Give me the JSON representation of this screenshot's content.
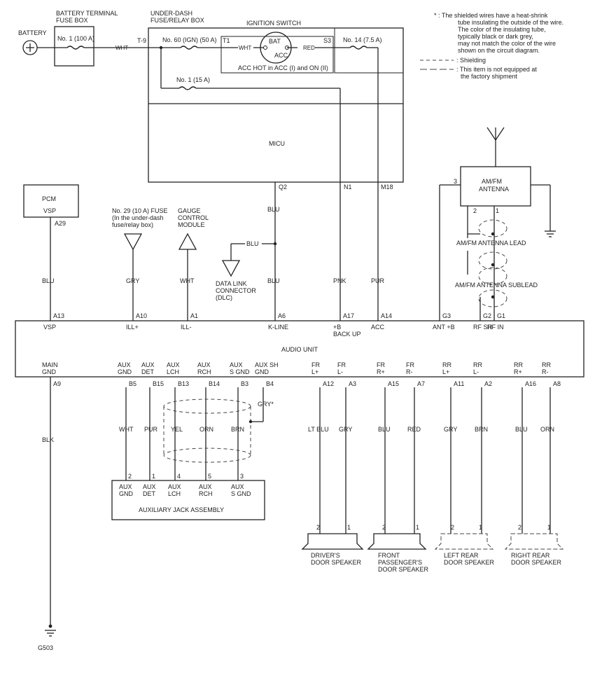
{
  "battery": {
    "label": "BATTERY"
  },
  "battery_fuse_box": {
    "title1": "BATTERY TERMINAL",
    "title2": "FUSE BOX",
    "fuse": "No. 1 (100 A)"
  },
  "underdash": {
    "title1": "UNDER-DASH",
    "title2": "FUSE/RELAY BOX",
    "fuse60": "No. 60 (IGN) (50 A)",
    "fuse14": "No. 14 (7.5 A)",
    "fuse1": "No. 1 (15 A)",
    "acc_note": "ACC HOT in ACC (I) and ON (II)",
    "t9": "T-9",
    "t1": "T1",
    "s3": "S3"
  },
  "ignition": {
    "title": "IGNITION SWITCH",
    "bat": "BAT",
    "acc": "ACC"
  },
  "micu": {
    "label": "MICU",
    "q2": "Q2",
    "n1": "N1",
    "m18": "M18"
  },
  "wires": {
    "wht": "WHT",
    "red": "RED",
    "blu": "BLU",
    "gry": "GRY",
    "pnk": "PNK",
    "pur": "PUR",
    "blk": "BLK",
    "yel": "YEL",
    "orn": "ORN",
    "brn": "BRN",
    "ltblu": "LT BLU",
    "gry_star": "GRY*"
  },
  "notes": {
    "star": "* : The shielded wires have a heat-shrink",
    "star2": "tube insulating the outside of the wire.",
    "star3": "The color of the insulating tube,",
    "star4": "typically black or dark grey,",
    "star5": "may not match the color of the wire",
    "star6": "shown on the circuit diagram.",
    "shielding": ": Shielding",
    "not_equipped1": ": This item is not equipped at",
    "not_equipped2": "the factory shipment"
  },
  "pcm": {
    "label": "PCM",
    "vsp": "VSP",
    "a29": "A29"
  },
  "fuse29": {
    "l1": "No. 29 (10 A) FUSE",
    "l2": "(In the under-dash",
    "l3": "fuse/relay box)"
  },
  "gauge": {
    "l1": "GAUGE",
    "l2": "CONTROL",
    "l3": "MODULE"
  },
  "dlc": {
    "l1": "DATA LINK",
    "l2": "CONNECTOR",
    "l3": "(DLC)"
  },
  "antenna": {
    "l1": "AM/FM",
    "l2": "ANTENNA",
    "pin3": "3",
    "pin2": "2",
    "pin1": "1",
    "lead": "AM/FM ANTENNA LEAD",
    "sublead": "AM/FM ANTENNA SUBLEAD"
  },
  "audio": {
    "label": "AUDIO UNIT",
    "top_pins": [
      {
        "pin": "A13",
        "name": "VSP",
        "name2": ""
      },
      {
        "pin": "A10",
        "name": "ILL+",
        "name2": ""
      },
      {
        "pin": "A1",
        "name": "ILL-",
        "name2": ""
      },
      {
        "pin": "A6",
        "name": "K-LINE",
        "name2": ""
      },
      {
        "pin": "A17",
        "name": "+B",
        "name2": "BACK UP"
      },
      {
        "pin": "A14",
        "name": "ACC",
        "name2": ""
      },
      {
        "pin": "G3",
        "name": "ANT +B",
        "name2": ""
      },
      {
        "pin": "G2",
        "name": "RF SH",
        "name2": ""
      },
      {
        "pin": "G1",
        "name": "RF IN",
        "name2": ""
      }
    ],
    "bottom_pins": [
      {
        "n1": "MAIN",
        "n2": "GND",
        "pin": "A9"
      },
      {
        "n1": "AUX",
        "n2": "GND",
        "pin": "B5"
      },
      {
        "n1": "AUX",
        "n2": "DET",
        "pin": "B15"
      },
      {
        "n1": "AUX",
        "n2": "LCH",
        "pin": "B13"
      },
      {
        "n1": "AUX",
        "n2": "RCH",
        "pin": "B14"
      },
      {
        "n1": "AUX",
        "n2": "S GND",
        "pin": "B3"
      },
      {
        "n1": "AUX SH",
        "n2": "GND",
        "pin": "B4"
      },
      {
        "n1": "FR",
        "n2": "L+",
        "pin": "A12"
      },
      {
        "n1": "FR",
        "n2": "L-",
        "pin": "A3"
      },
      {
        "n1": "FR",
        "n2": "R+",
        "pin": "A15"
      },
      {
        "n1": "FR",
        "n2": "R-",
        "pin": "A7"
      },
      {
        "n1": "RR",
        "n2": "L+",
        "pin": "A11"
      },
      {
        "n1": "RR",
        "n2": "L-",
        "pin": "A2"
      },
      {
        "n1": "RR",
        "n2": "R+",
        "pin": "A16"
      },
      {
        "n1": "RR",
        "n2": "R-",
        "pin": "A8"
      }
    ]
  },
  "aux_jack": {
    "label": "AUXILIARY JACK ASSEMBLY",
    "pins": [
      {
        "n": "2",
        "l1": "AUX",
        "l2": "GND"
      },
      {
        "n": "1",
        "l1": "AUX",
        "l2": "DET"
      },
      {
        "n": "4",
        "l1": "AUX",
        "l2": "LCH"
      },
      {
        "n": "5",
        "l1": "AUX",
        "l2": "RCH"
      },
      {
        "n": "3",
        "l1": "AUX",
        "l2": "S GND"
      }
    ]
  },
  "speakers": [
    {
      "l1": "DRIVER'S",
      "l2": "DOOR SPEAKER",
      "l3": ""
    },
    {
      "l1": "FRONT",
      "l2": "PASSENGER'S",
      "l3": "DOOR SPEAKER"
    },
    {
      "l1": "LEFT REAR",
      "l2": "DOOR SPEAKER",
      "l3": ""
    },
    {
      "l1": "RIGHT REAR",
      "l2": "DOOR SPEAKER",
      "l3": ""
    }
  ],
  "spk_pins": {
    "p2": "2",
    "p1": "1"
  },
  "ground": {
    "label": "G503"
  }
}
